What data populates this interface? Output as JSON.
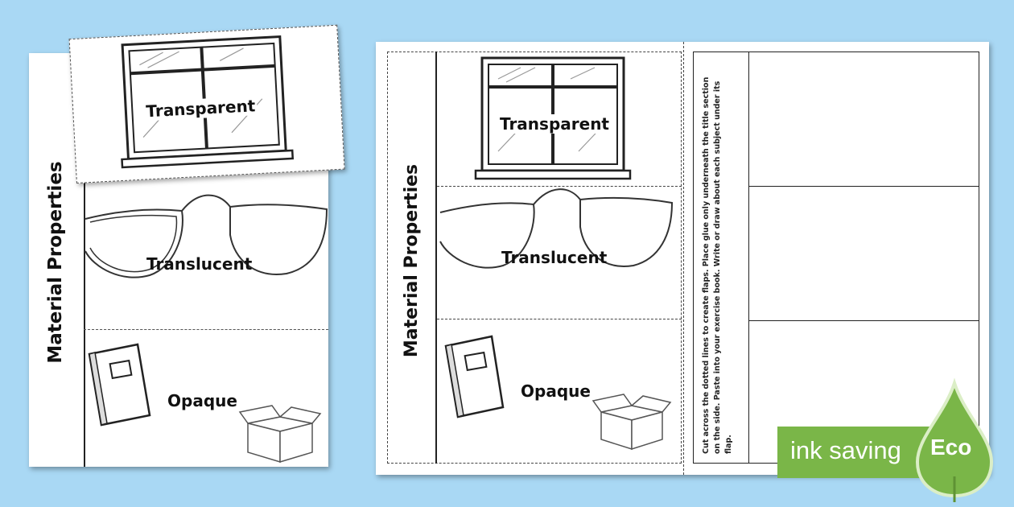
{
  "title": "Material Properties",
  "flaps": {
    "transparent": "Transparent",
    "translucent": "Translucent",
    "opaque": "Opaque"
  },
  "instructions": "Cut across the dotted lines to create flaps. Place glue only underneath the title section on the side. Paste into your exercise book. Write or draw about each subject under its flap.",
  "badge": {
    "text": "ink saving",
    "eco": "Eco",
    "color": "#7ab648"
  }
}
